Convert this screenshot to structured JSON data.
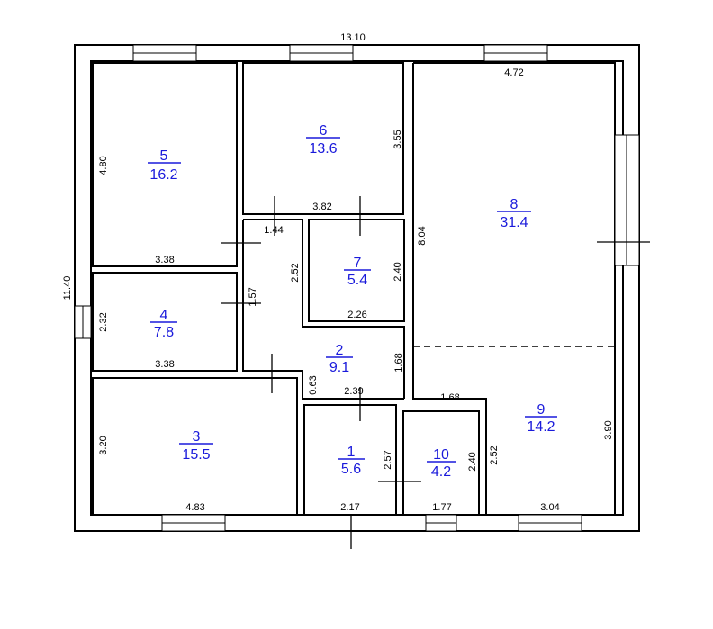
{
  "plan": {
    "overall_width": "13.10",
    "overall_height": "11.40",
    "colors": {
      "walls": "#000000",
      "room_labels": "#1a1adb",
      "background": "#ffffff"
    },
    "rooms": [
      {
        "id": "room-1",
        "number": "1",
        "area": "5.6",
        "dims": [
          "2.57",
          "2.17"
        ]
      },
      {
        "id": "room-2",
        "number": "2",
        "area": "9.1",
        "dims": [
          "2.52",
          "1.57",
          "0.63",
          "1.68",
          "2.39",
          "1.44"
        ]
      },
      {
        "id": "room-3",
        "number": "3",
        "area": "15.5",
        "dims": [
          "3.20",
          "4.83"
        ]
      },
      {
        "id": "room-4",
        "number": "4",
        "area": "7.8",
        "dims": [
          "2.32",
          "3.38"
        ]
      },
      {
        "id": "room-5",
        "number": "5",
        "area": "16.2",
        "dims": [
          "4.80",
          "3.38"
        ]
      },
      {
        "id": "room-6",
        "number": "6",
        "area": "13.6",
        "dims": [
          "3.55",
          "3.82"
        ]
      },
      {
        "id": "room-7",
        "number": "7",
        "area": "5.4",
        "dims": [
          "2.40",
          "2.26"
        ]
      },
      {
        "id": "room-8",
        "number": "8",
        "area": "31.4",
        "dims": [
          "4.72",
          "8.04"
        ]
      },
      {
        "id": "room-9",
        "number": "9",
        "area": "14.2",
        "dims": [
          "1.68",
          "3.90",
          "2.52",
          "3.04"
        ]
      },
      {
        "id": "room-10",
        "number": "10",
        "area": "4.2",
        "dims": [
          "2.40",
          "1.77"
        ]
      }
    ]
  }
}
